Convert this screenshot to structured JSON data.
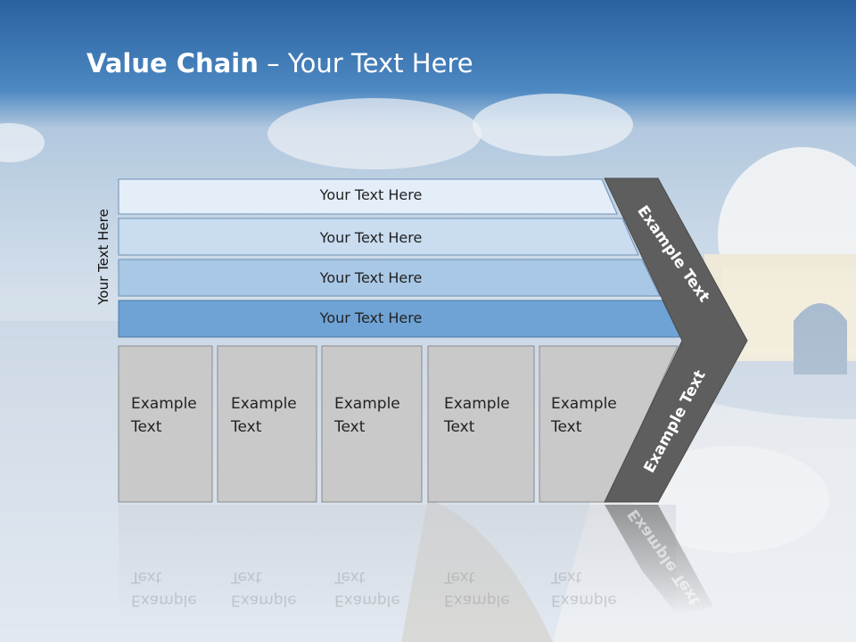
{
  "title": {
    "bold": "Value Chain",
    "rest": " – Your Text Here"
  },
  "side_label": "Your Text Here",
  "bars": [
    "Your Text Here",
    "Your Text Here",
    "Your Text Here",
    "Your Text Here"
  ],
  "boxes": [
    {
      "line1": "Example",
      "line2": "Text"
    },
    {
      "line1": "Example",
      "line2": "Text"
    },
    {
      "line1": "Example",
      "line2": "Text"
    },
    {
      "line1": "Example",
      "line2": "Text"
    },
    {
      "line1": "Example",
      "line2": "Text"
    }
  ],
  "chevron": {
    "upper": "Example Text",
    "lower": "Example Text"
  },
  "colors": {
    "sky_top": "#2f6aa3",
    "bar1": "#e3eef9",
    "bar2": "#c9dcf0",
    "bar3": "#a9c8e6",
    "bar4": "#6fa3d6",
    "box": "#c9c9c9",
    "chevron": "#5e5e5e"
  }
}
